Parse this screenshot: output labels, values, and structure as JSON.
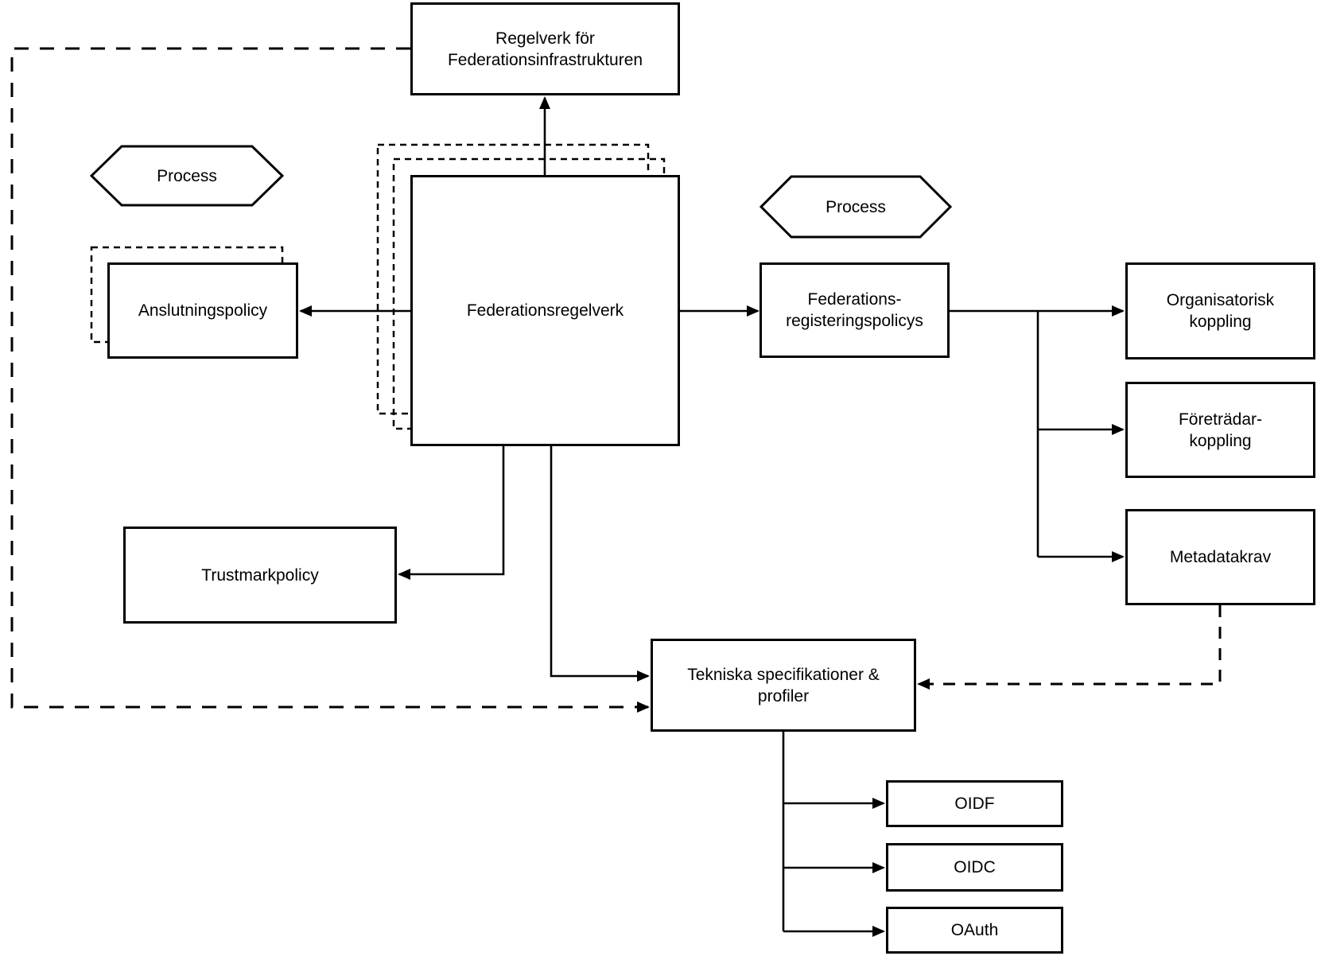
{
  "diagram": {
    "colors": {
      "stroke": "#000000",
      "background": "#ffffff"
    },
    "nodes": {
      "regelverk_infrastrukturen": {
        "label": "Regelverk för\nFederationsinfrastrukturen"
      },
      "process_left": {
        "label": "Process"
      },
      "anslutningspolicy": {
        "label": "Anslutningspolicy"
      },
      "federationsregelverk": {
        "label": "Federationsregelverk"
      },
      "process_right": {
        "label": "Process"
      },
      "federations_registeringspolicys": {
        "label": "Federations-\nregisteringspolicys"
      },
      "organisatorisk_koppling": {
        "label": "Organisatorisk\nkoppling"
      },
      "foretradar_koppling": {
        "label": "Företrädar-\nkoppling"
      },
      "metadatakrav": {
        "label": "Metadatakrav"
      },
      "trustmarkpolicy": {
        "label": "Trustmarkpolicy"
      },
      "tekniska_specifikationer": {
        "label": "Tekniska specifikationer &\nprofiler"
      },
      "oidf": {
        "label": "OIDF"
      },
      "oidc": {
        "label": "OIDC"
      },
      "oauth": {
        "label": "OAuth"
      }
    }
  }
}
